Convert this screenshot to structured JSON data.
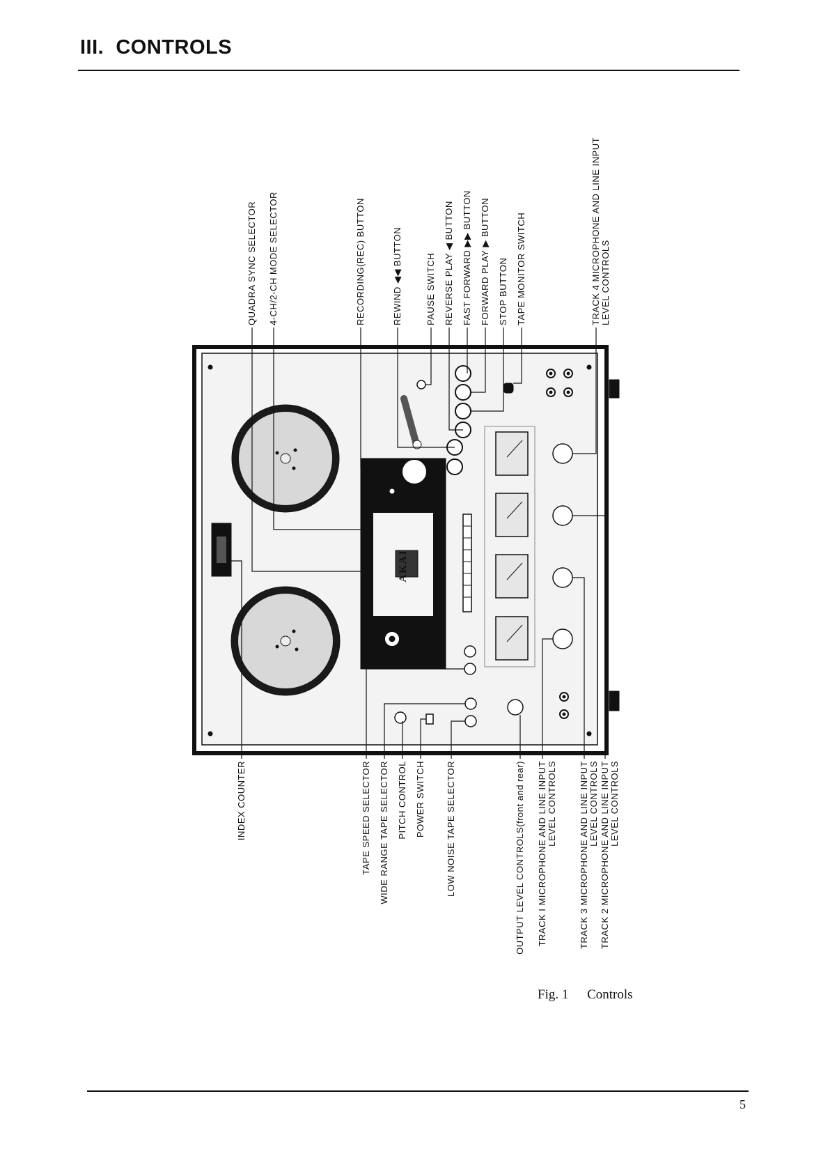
{
  "section": {
    "number": "III.",
    "title": "CONTROLS"
  },
  "figure": {
    "caption_number": "Fig. 1",
    "caption_title": "Controls",
    "brand": "AKAI",
    "top_labels": [
      [
        "QUADRA SYNC SELECTOR"
      ],
      [
        "4-CH/2-CH MODE SELECTOR"
      ],
      [
        "RECORDING(REC) BUTTON"
      ],
      [
        "REWIND ◀◀ BUTTON"
      ],
      [
        "PAUSE SWITCH"
      ],
      [
        "REVERSE PLAY ◀ BUTTON"
      ],
      [
        "FAST FORWARD ▶▶ BUTTON"
      ],
      [
        "FORWARD PLAY ▶ BUTTON"
      ],
      [
        "STOP BUTTON"
      ],
      [
        "TAPE MONITOR SWITCH"
      ],
      [
        "TRACK 4 MICROPHONE AND LINE INPUT",
        "LEVEL CONTROLS"
      ]
    ],
    "bottom_labels": [
      [
        "INDEX COUNTER"
      ],
      [
        "TAPE SPEED SELECTOR"
      ],
      [
        "WIDE RANGE TAPE SELECTOR"
      ],
      [
        "PITCH CONTROL"
      ],
      [
        "POWER SWITCH"
      ],
      [
        "LOW NOISE TAPE SELECTOR"
      ],
      [
        "OUTPUT LEVEL CONTROLS(front and rear)"
      ],
      [
        "TRACK I MICROPHONE AND LINE INPUT",
        "LEVEL CONTROLS"
      ],
      [
        "TRACK 3 MICROPHONE AND LINE INPUT",
        "LEVEL CONTROLS"
      ],
      [
        "TRACK 2 MICROPHONE AND LINE INPUT",
        "LEVEL CONTROLS"
      ]
    ]
  },
  "page_number": "5"
}
